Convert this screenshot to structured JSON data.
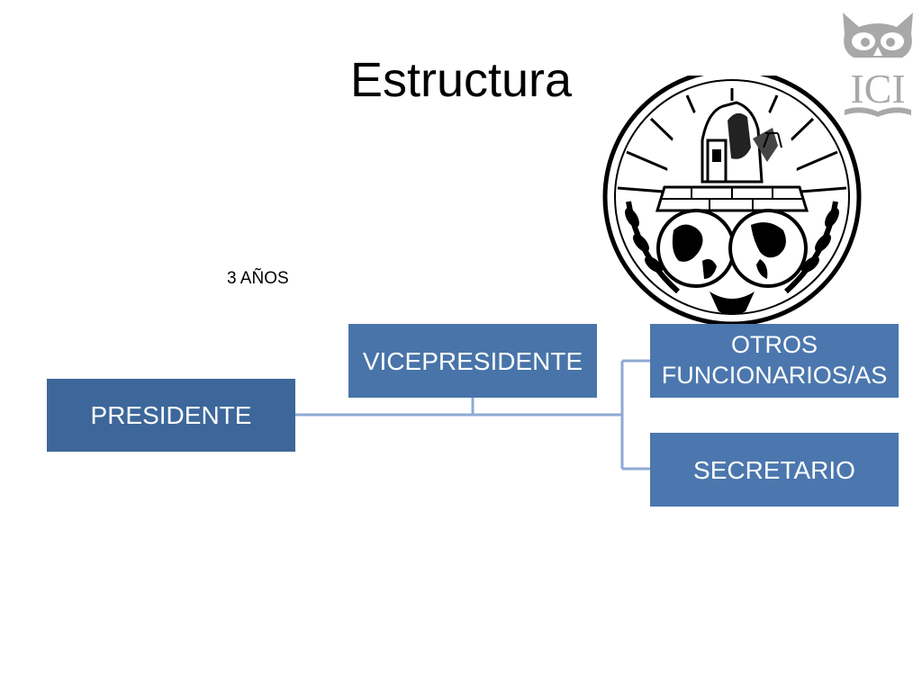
{
  "slide": {
    "title": "Estructura",
    "note": "3 AÑOS"
  },
  "org_chart": {
    "root": "PRESIDENTE",
    "assistant": "VICEPRESIDENTE",
    "subordinates": [
      "OTROS FUNCIONARIOS/AS",
      "SECRETARIO"
    ]
  },
  "logo": {
    "text": "ICI"
  },
  "colors": {
    "box_primary": "#3d679a",
    "box_secondary": "#4b77ae",
    "connector": "#8eaad4",
    "logo_gray": "#a8a8a8"
  }
}
